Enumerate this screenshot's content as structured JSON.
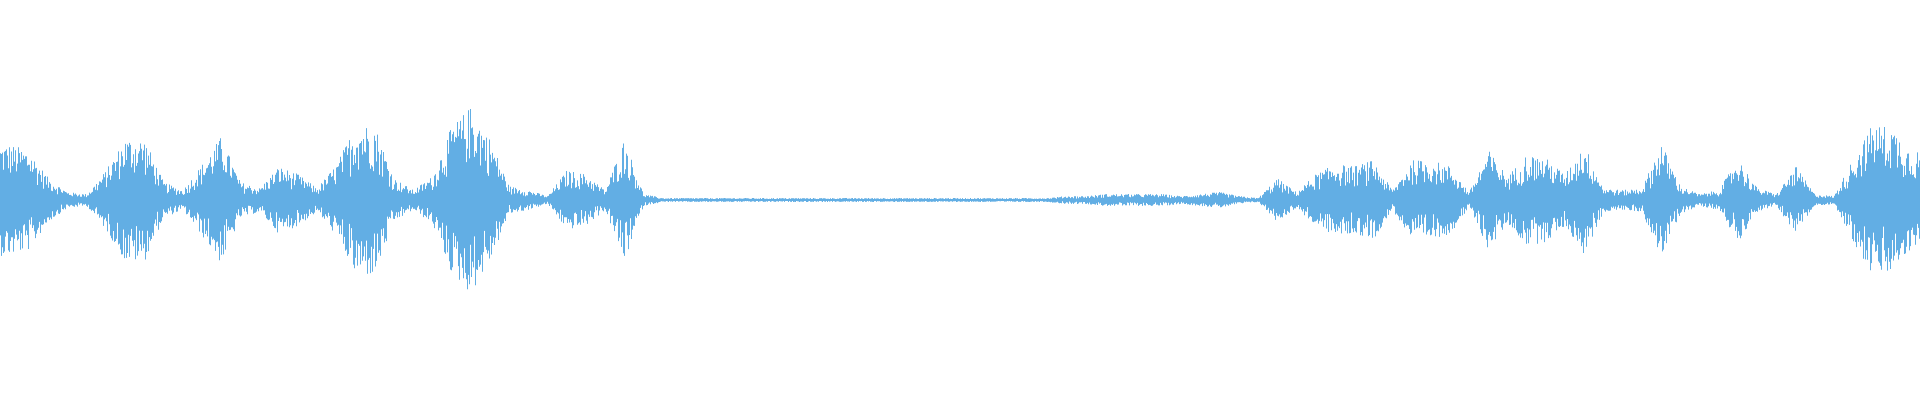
{
  "chart_data": {
    "type": "area",
    "title": "",
    "xlabel": "",
    "ylabel": "",
    "ylim": [
      -1,
      1
    ],
    "grid": false,
    "color": "#62aee4",
    "background": "#ffffff",
    "symmetric": true,
    "amplitude_envelope": [
      0.28,
      0.25,
      0.11,
      0.04,
      0.03,
      0.15,
      0.31,
      0.31,
      0.09,
      0.05,
      0.18,
      0.32,
      0.09,
      0.06,
      0.17,
      0.13,
      0.06,
      0.18,
      0.38,
      0.38,
      0.11,
      0.05,
      0.12,
      0.37,
      0.47,
      0.31,
      0.07,
      0.05,
      0.02,
      0.15,
      0.13,
      0.05,
      0.31,
      0.03,
      0.01,
      0.01,
      0.01,
      0.01,
      0.01,
      0.01,
      0.01,
      0.01,
      0.01,
      0.01,
      0.01,
      0.01,
      0.01,
      0.01,
      0.01,
      0.01,
      0.01,
      0.01,
      0.01,
      0.01,
      0.01,
      0.02,
      0.02,
      0.03,
      0.03,
      0.03,
      0.03,
      0.02,
      0.03,
      0.04,
      0.02,
      0.01,
      0.11,
      0.04,
      0.13,
      0.18,
      0.17,
      0.2,
      0.05,
      0.2,
      0.2,
      0.17,
      0.04,
      0.25,
      0.12,
      0.23,
      0.21,
      0.13,
      0.28,
      0.06,
      0.05,
      0.06,
      0.29,
      0.07,
      0.03,
      0.05,
      0.21,
      0.06,
      0.03,
      0.17,
      0.03,
      0.02,
      0.21,
      0.38,
      0.37,
      0.25
    ]
  }
}
